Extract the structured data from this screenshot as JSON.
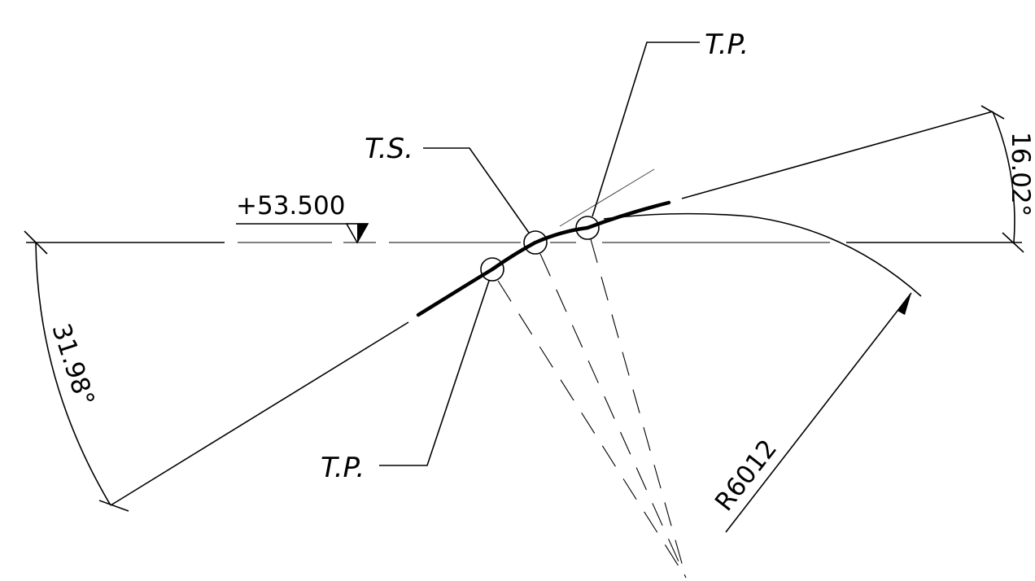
{
  "labels": {
    "tp_top": "T.P.",
    "ts": "T.S.",
    "tp_bottom": "T.P.",
    "elevation": "+53.500",
    "angle_left": "31.98°",
    "angle_right": "16.02°",
    "radius": "R6012"
  }
}
